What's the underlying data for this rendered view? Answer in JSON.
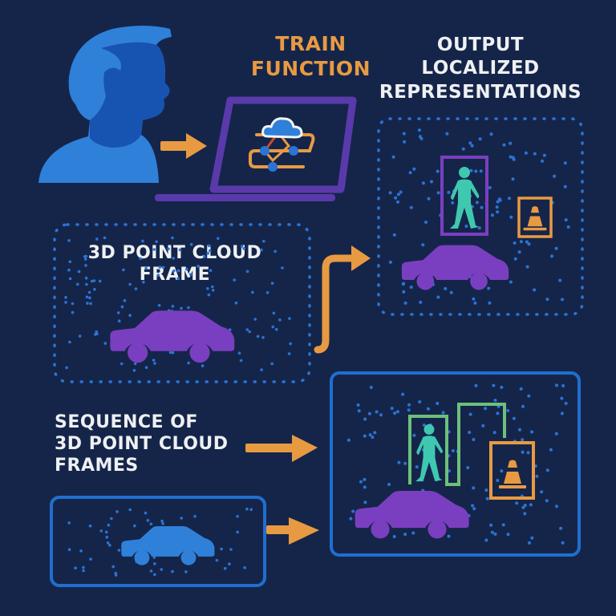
{
  "colors": {
    "background": "#15254a",
    "accent_orange": "#e89a42",
    "purple": "#7a3fc0",
    "frame_purple": "#5a3aaa",
    "teal_person": "#3fc8b0",
    "green_box": "#6cc07a",
    "blue_box": "#1f6fd0",
    "dot_blue": "#2a74d6",
    "person_light": "#2f80d8",
    "person_dark": "#1753b0",
    "text_white": "#eef0f2"
  },
  "labels": {
    "train_function": "TRAIN\nFUNCTION",
    "output": "OUTPUT\nLOCALIZED\nREPRESENTATIONS",
    "point_cloud_frame": "3D POINT CLOUD\nFRAME",
    "sequence": "SEQUENCE OF\n3D POINT CLOUD\nFRAMES"
  },
  "icons": {
    "user": "person-silhouette-icon",
    "laptop": "laptop-icon",
    "training": "cloud-network-icon",
    "car": "car-icon",
    "pedestrian": "pedestrian-icon",
    "cone": "traffic-cone-icon",
    "arrow": "arrow-right-icon"
  }
}
